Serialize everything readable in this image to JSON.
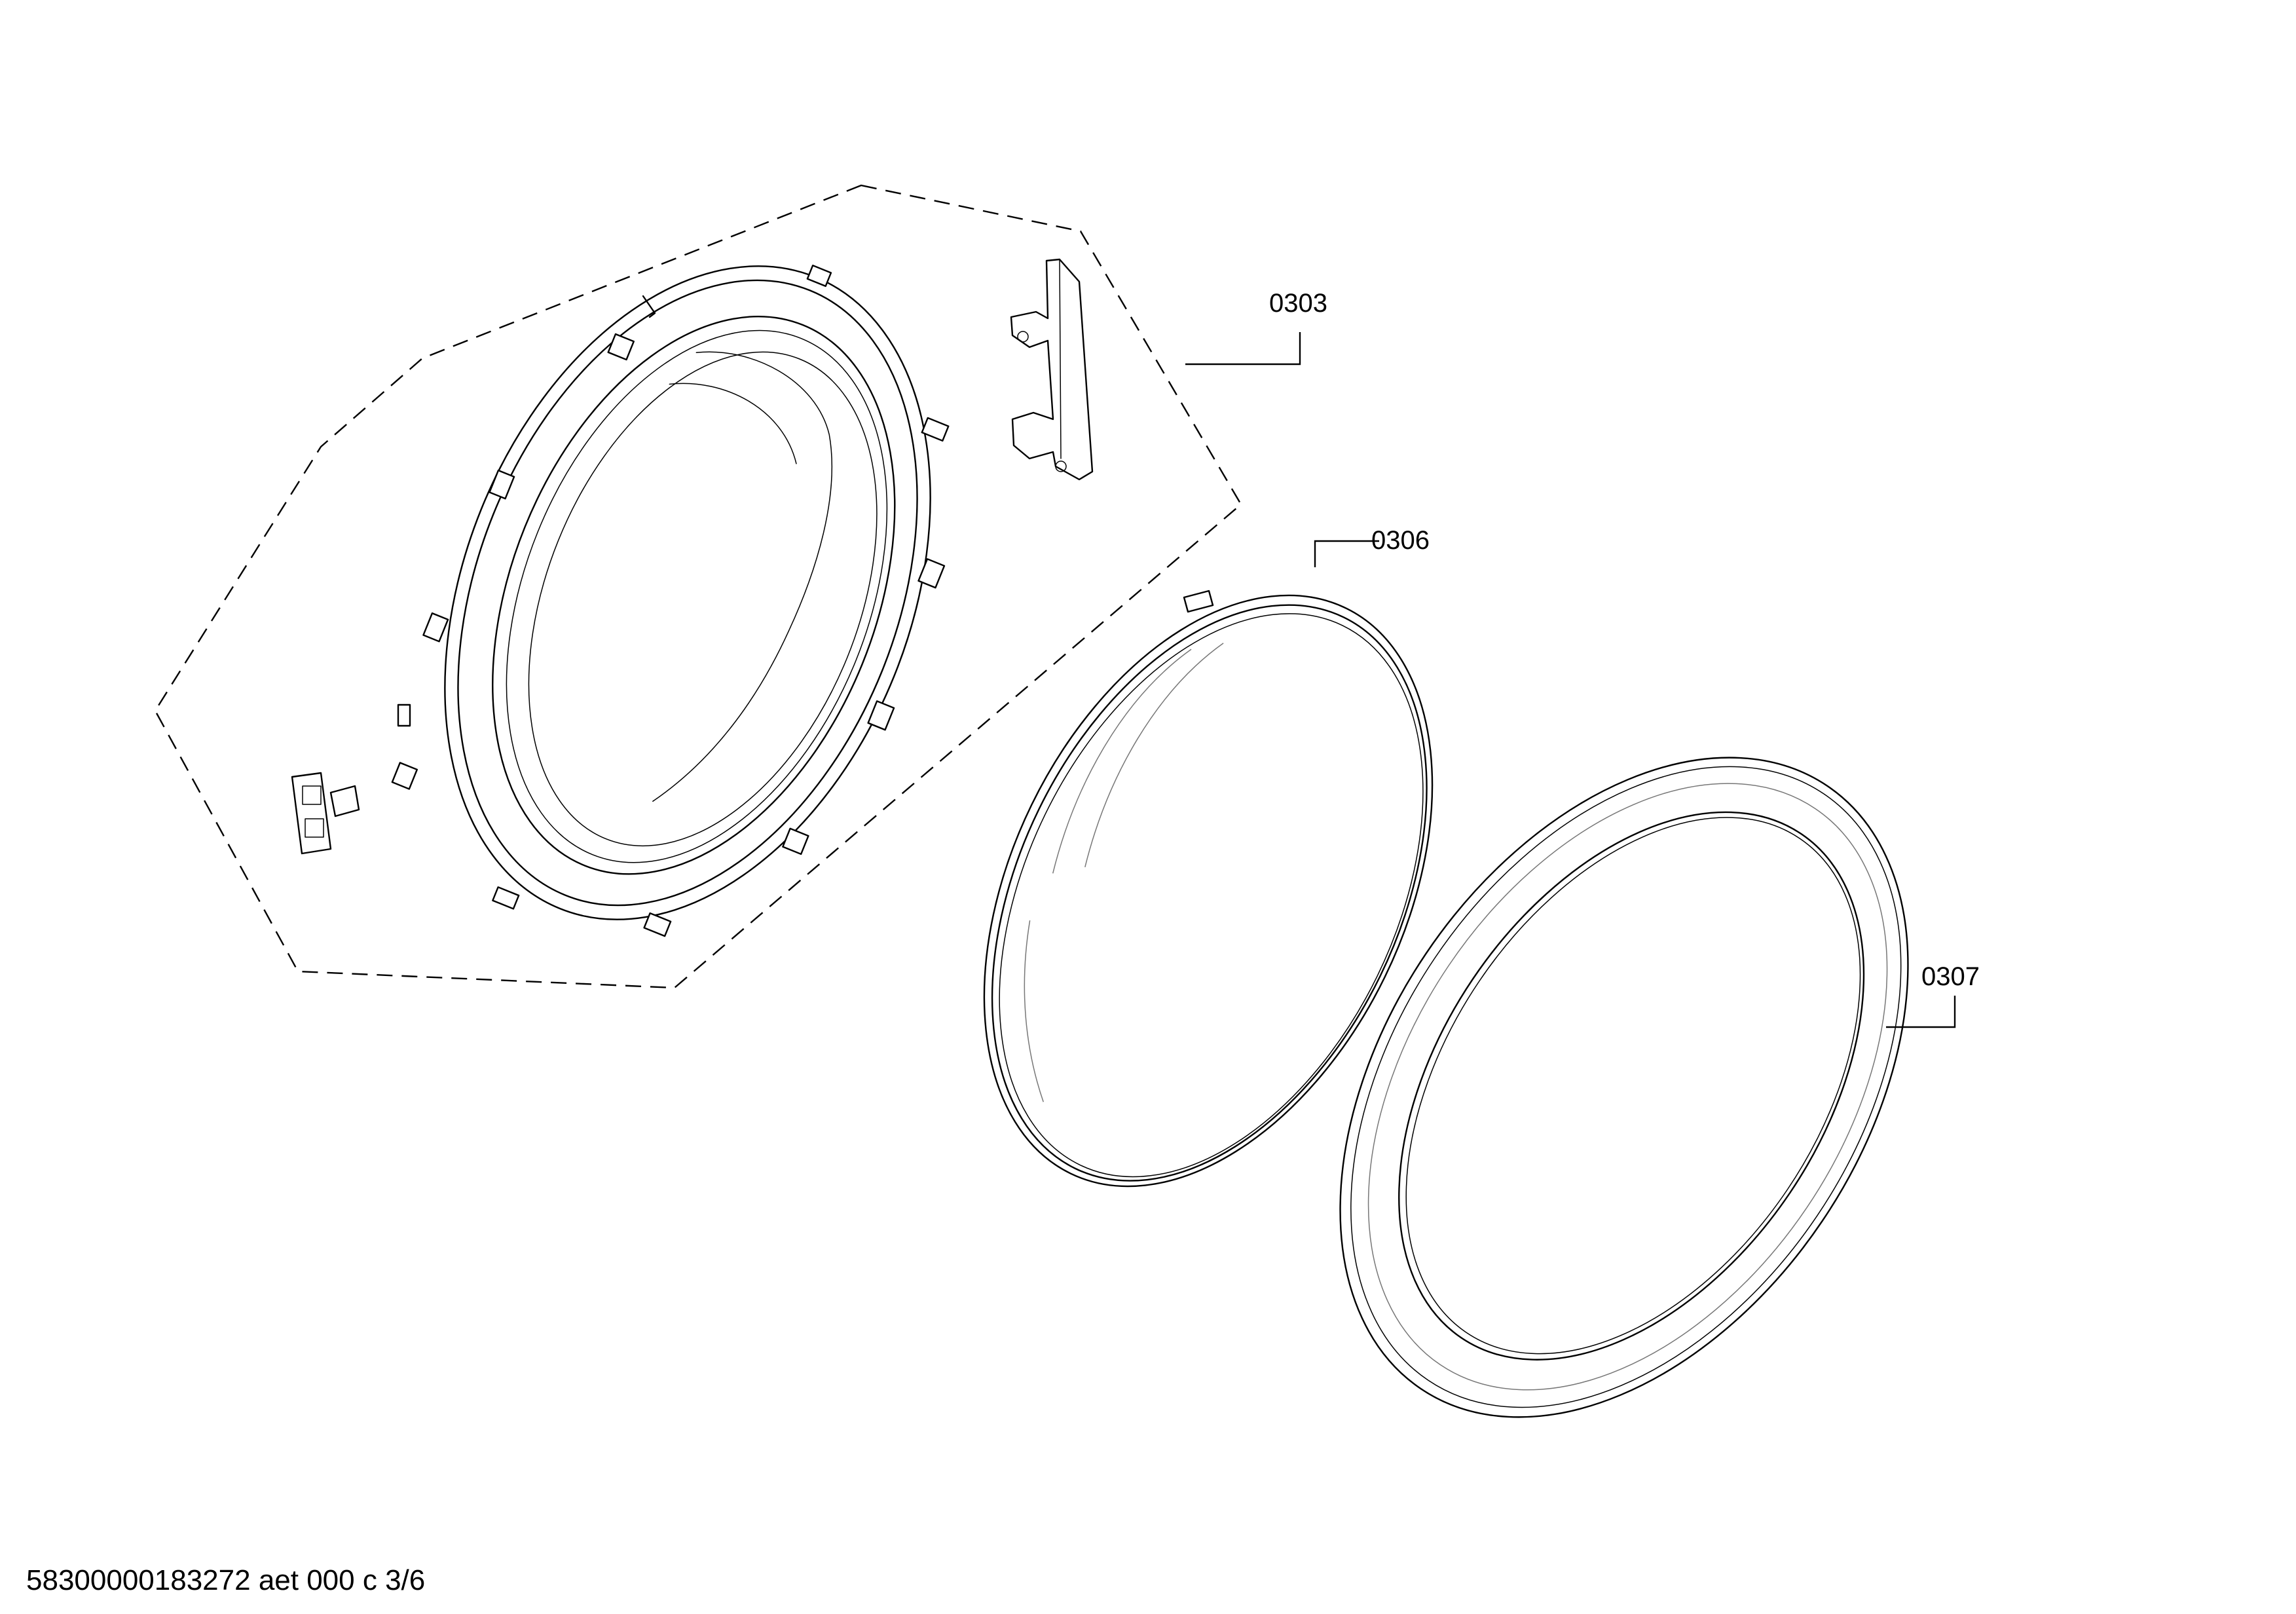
{
  "callouts": {
    "part_0303": "0303",
    "part_0306": "0306",
    "part_0307": "0307"
  },
  "footer": {
    "document_id": "58300000183272 aet 000 c 3/6"
  },
  "colors": {
    "line": "#000000",
    "background": "#ffffff"
  }
}
